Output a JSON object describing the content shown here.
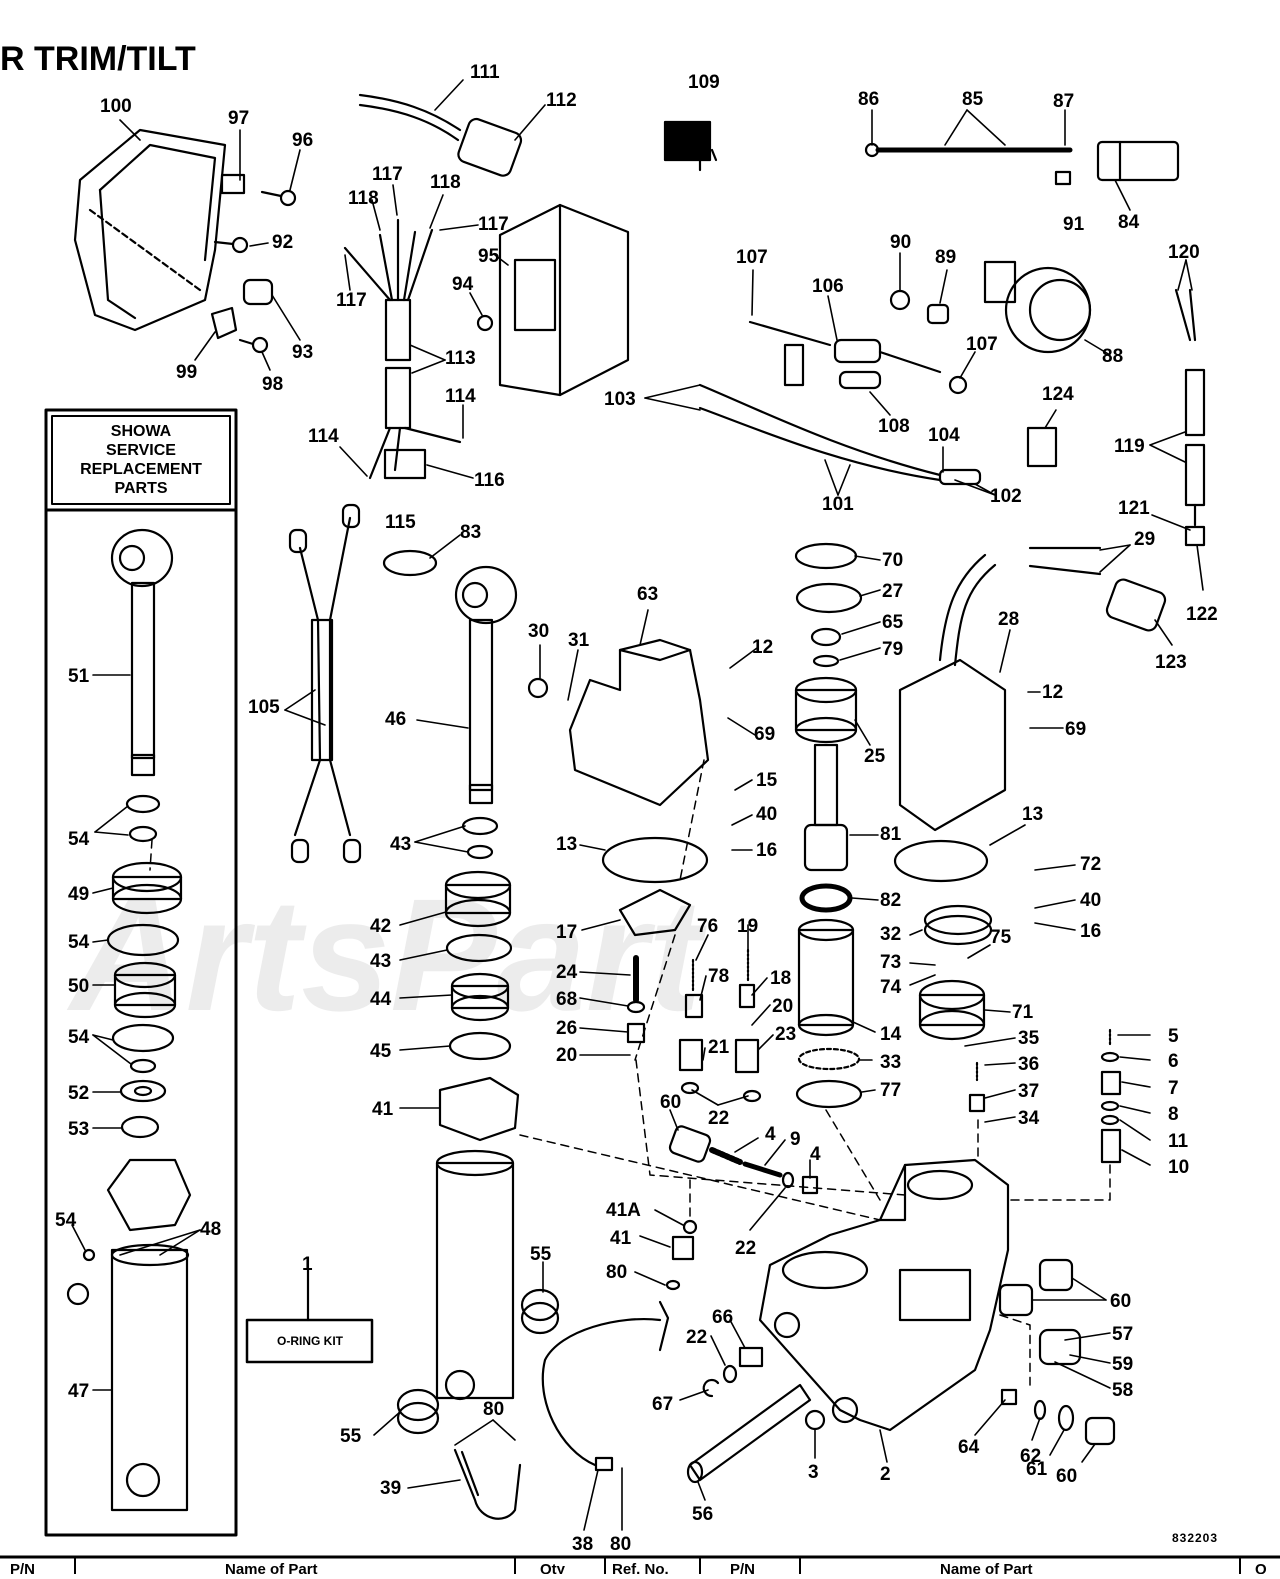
{
  "page": {
    "title": "R TRIM/TILT",
    "watermark": "ArtsPart",
    "diagram_number": "832203"
  },
  "showa_box": {
    "lines": [
      "SHOWA",
      "SERVICE",
      "REPLACEMENT",
      "PARTS"
    ]
  },
  "kit_label": "O-RING KIT",
  "table_header": {
    "columns": [
      "P/N",
      "Name of Part",
      "Qty",
      "Ref. No.",
      "P/N",
      "Name of Part",
      "Q"
    ]
  },
  "callouts": [
    {
      "id": "c111",
      "text": "111"
    },
    {
      "id": "c112",
      "text": "112"
    },
    {
      "id": "c109",
      "text": "109"
    },
    {
      "id": "c86",
      "text": "86"
    },
    {
      "id": "c85",
      "text": "85"
    },
    {
      "id": "c87",
      "text": "87"
    },
    {
      "id": "c84",
      "text": "84"
    },
    {
      "id": "c91",
      "text": "91"
    },
    {
      "id": "c100",
      "text": "100"
    },
    {
      "id": "c97",
      "text": "97"
    },
    {
      "id": "c96",
      "text": "96"
    },
    {
      "id": "c92",
      "text": "92"
    },
    {
      "id": "c93",
      "text": "93"
    },
    {
      "id": "c99",
      "text": "99"
    },
    {
      "id": "c98",
      "text": "98"
    },
    {
      "id": "c117a",
      "text": "117"
    },
    {
      "id": "c118a",
      "text": "118"
    },
    {
      "id": "c118b",
      "text": "118"
    },
    {
      "id": "c117b",
      "text": "117"
    },
    {
      "id": "c117c",
      "text": "117"
    },
    {
      "id": "c95",
      "text": "95"
    },
    {
      "id": "c94",
      "text": "94"
    },
    {
      "id": "c113",
      "text": "113"
    },
    {
      "id": "c114a",
      "text": "114"
    },
    {
      "id": "c114b",
      "text": "114"
    },
    {
      "id": "c116",
      "text": "116"
    },
    {
      "id": "c115",
      "text": "115"
    },
    {
      "id": "c107a",
      "text": "107"
    },
    {
      "id": "c106",
      "text": "106"
    },
    {
      "id": "c90",
      "text": "90"
    },
    {
      "id": "c89",
      "text": "89"
    },
    {
      "id": "c88",
      "text": "88"
    },
    {
      "id": "c107b",
      "text": "107"
    },
    {
      "id": "c108",
      "text": "108"
    },
    {
      "id": "c103",
      "text": "103"
    },
    {
      "id": "c104",
      "text": "104"
    },
    {
      "id": "c124",
      "text": "124"
    },
    {
      "id": "c101",
      "text": "101"
    },
    {
      "id": "c102",
      "text": "102"
    },
    {
      "id": "c120",
      "text": "120"
    },
    {
      "id": "c119",
      "text": "119"
    },
    {
      "id": "c121",
      "text": "121"
    },
    {
      "id": "c122",
      "text": "122"
    },
    {
      "id": "c123",
      "text": "123"
    },
    {
      "id": "c29",
      "text": "29"
    },
    {
      "id": "c83",
      "text": "83"
    },
    {
      "id": "c105",
      "text": "105"
    },
    {
      "id": "c46",
      "text": "46"
    },
    {
      "id": "c63",
      "text": "63"
    },
    {
      "id": "c30",
      "text": "30"
    },
    {
      "id": "c31",
      "text": "31"
    },
    {
      "id": "c70",
      "text": "70"
    },
    {
      "id": "c27",
      "text": "27"
    },
    {
      "id": "c65",
      "text": "65"
    },
    {
      "id": "c79",
      "text": "79"
    },
    {
      "id": "c28",
      "text": "28"
    },
    {
      "id": "c12a",
      "text": "12"
    },
    {
      "id": "c12b",
      "text": "12"
    },
    {
      "id": "c69a",
      "text": "69"
    },
    {
      "id": "c69b",
      "text": "69"
    },
    {
      "id": "c25",
      "text": "25"
    },
    {
      "id": "c15",
      "text": "15"
    },
    {
      "id": "c40a",
      "text": "40"
    },
    {
      "id": "c16a",
      "text": "16"
    },
    {
      "id": "c13a",
      "text": "13"
    },
    {
      "id": "c13b",
      "text": "13"
    },
    {
      "id": "c81",
      "text": "81"
    },
    {
      "id": "c82",
      "text": "82"
    },
    {
      "id": "c72",
      "text": "72"
    },
    {
      "id": "c40b",
      "text": "40"
    },
    {
      "id": "c16b",
      "text": "16"
    },
    {
      "id": "c51",
      "text": "51"
    },
    {
      "id": "c54a",
      "text": "54"
    },
    {
      "id": "c49",
      "text": "49"
    },
    {
      "id": "c54b",
      "text": "54"
    },
    {
      "id": "c50",
      "text": "50"
    },
    {
      "id": "c54c",
      "text": "54"
    },
    {
      "id": "c52",
      "text": "52"
    },
    {
      "id": "c53",
      "text": "53"
    },
    {
      "id": "c54d",
      "text": "54"
    },
    {
      "id": "c48",
      "text": "48"
    },
    {
      "id": "c47",
      "text": "47"
    },
    {
      "id": "c1",
      "text": "1"
    },
    {
      "id": "c43a",
      "text": "43"
    },
    {
      "id": "c42",
      "text": "42"
    },
    {
      "id": "c43b",
      "text": "43"
    },
    {
      "id": "c44",
      "text": "44"
    },
    {
      "id": "c45",
      "text": "45"
    },
    {
      "id": "c41",
      "text": "41"
    },
    {
      "id": "c17",
      "text": "17"
    },
    {
      "id": "c76",
      "text": "76"
    },
    {
      "id": "c19",
      "text": "19"
    },
    {
      "id": "c78",
      "text": "78"
    },
    {
      "id": "c18",
      "text": "18"
    },
    {
      "id": "c24",
      "text": "24"
    },
    {
      "id": "c68",
      "text": "68"
    },
    {
      "id": "c26",
      "text": "26"
    },
    {
      "id": "c20a",
      "text": "20"
    },
    {
      "id": "c20b",
      "text": "20"
    },
    {
      "id": "c21",
      "text": "21"
    },
    {
      "id": "c23",
      "text": "23"
    },
    {
      "id": "c22a",
      "text": "22"
    },
    {
      "id": "c60a",
      "text": "60"
    },
    {
      "id": "c4a",
      "text": "4"
    },
    {
      "id": "c9",
      "text": "9"
    },
    {
      "id": "c4b",
      "text": "4"
    },
    {
      "id": "c22b",
      "text": "22"
    },
    {
      "id": "c32",
      "text": "32"
    },
    {
      "id": "c75",
      "text": "75"
    },
    {
      "id": "c73",
      "text": "73"
    },
    {
      "id": "c74",
      "text": "74"
    },
    {
      "id": "c71",
      "text": "71"
    },
    {
      "id": "c14",
      "text": "14"
    },
    {
      "id": "c33",
      "text": "33"
    },
    {
      "id": "c77",
      "text": "77"
    },
    {
      "id": "c35",
      "text": "35"
    },
    {
      "id": "c36",
      "text": "36"
    },
    {
      "id": "c37",
      "text": "37"
    },
    {
      "id": "c34",
      "text": "34"
    },
    {
      "id": "c5",
      "text": "5"
    },
    {
      "id": "c6",
      "text": "6"
    },
    {
      "id": "c7",
      "text": "7"
    },
    {
      "id": "c8",
      "text": "8"
    },
    {
      "id": "c11",
      "text": "11"
    },
    {
      "id": "c10",
      "text": "10"
    },
    {
      "id": "c41A",
      "text": "41A"
    },
    {
      "id": "c41b",
      "text": "41"
    },
    {
      "id": "c80a",
      "text": "80"
    },
    {
      "id": "c55a",
      "text": "55"
    },
    {
      "id": "c55b",
      "text": "55"
    },
    {
      "id": "c22c",
      "text": "22"
    },
    {
      "id": "c66",
      "text": "66"
    },
    {
      "id": "c67",
      "text": "67"
    },
    {
      "id": "c60b",
      "text": "60"
    },
    {
      "id": "c57",
      "text": "57"
    },
    {
      "id": "c59",
      "text": "59"
    },
    {
      "id": "c58",
      "text": "58"
    },
    {
      "id": "c64",
      "text": "64"
    },
    {
      "id": "c62",
      "text": "62"
    },
    {
      "id": "c61",
      "text": "61"
    },
    {
      "id": "c60c",
      "text": "60"
    },
    {
      "id": "c3",
      "text": "3"
    },
    {
      "id": "c2",
      "text": "2"
    },
    {
      "id": "c56",
      "text": "56"
    },
    {
      "id": "c38",
      "text": "38"
    },
    {
      "id": "c80b",
      "text": "80"
    },
    {
      "id": "c39",
      "text": "39"
    },
    {
      "id": "c80c",
      "text": "80"
    }
  ]
}
